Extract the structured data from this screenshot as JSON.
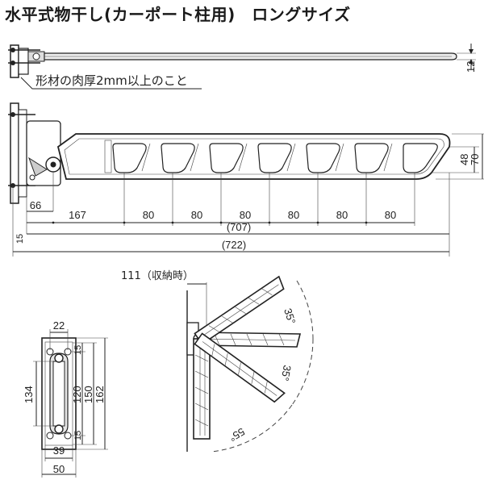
{
  "title": "水平式物干し(カーポート柱用)　ロングサイズ",
  "note": "形材の肉厚2mm以上のこと",
  "side_view": {
    "thickness": "12"
  },
  "front_view": {
    "height_inner": "48",
    "height_outer": "70",
    "segments": [
      "66",
      "167",
      "80",
      "80",
      "80",
      "80",
      "80",
      "80"
    ],
    "offset": "15",
    "total_inner": "(707)",
    "total_outer": "(722)"
  },
  "bracket_view": {
    "width_top": "22",
    "margin_top": "15",
    "margin_bottom": "15",
    "hole_pitch": "120",
    "inner_height": "150",
    "outer_height": "162",
    "slot_height": "134",
    "width_inner": "39",
    "width_outer": "50"
  },
  "fold_view": {
    "stored_label": "111（収納時）",
    "angle_1": "35°",
    "angle_2": "35°",
    "angle_3": "55°"
  }
}
